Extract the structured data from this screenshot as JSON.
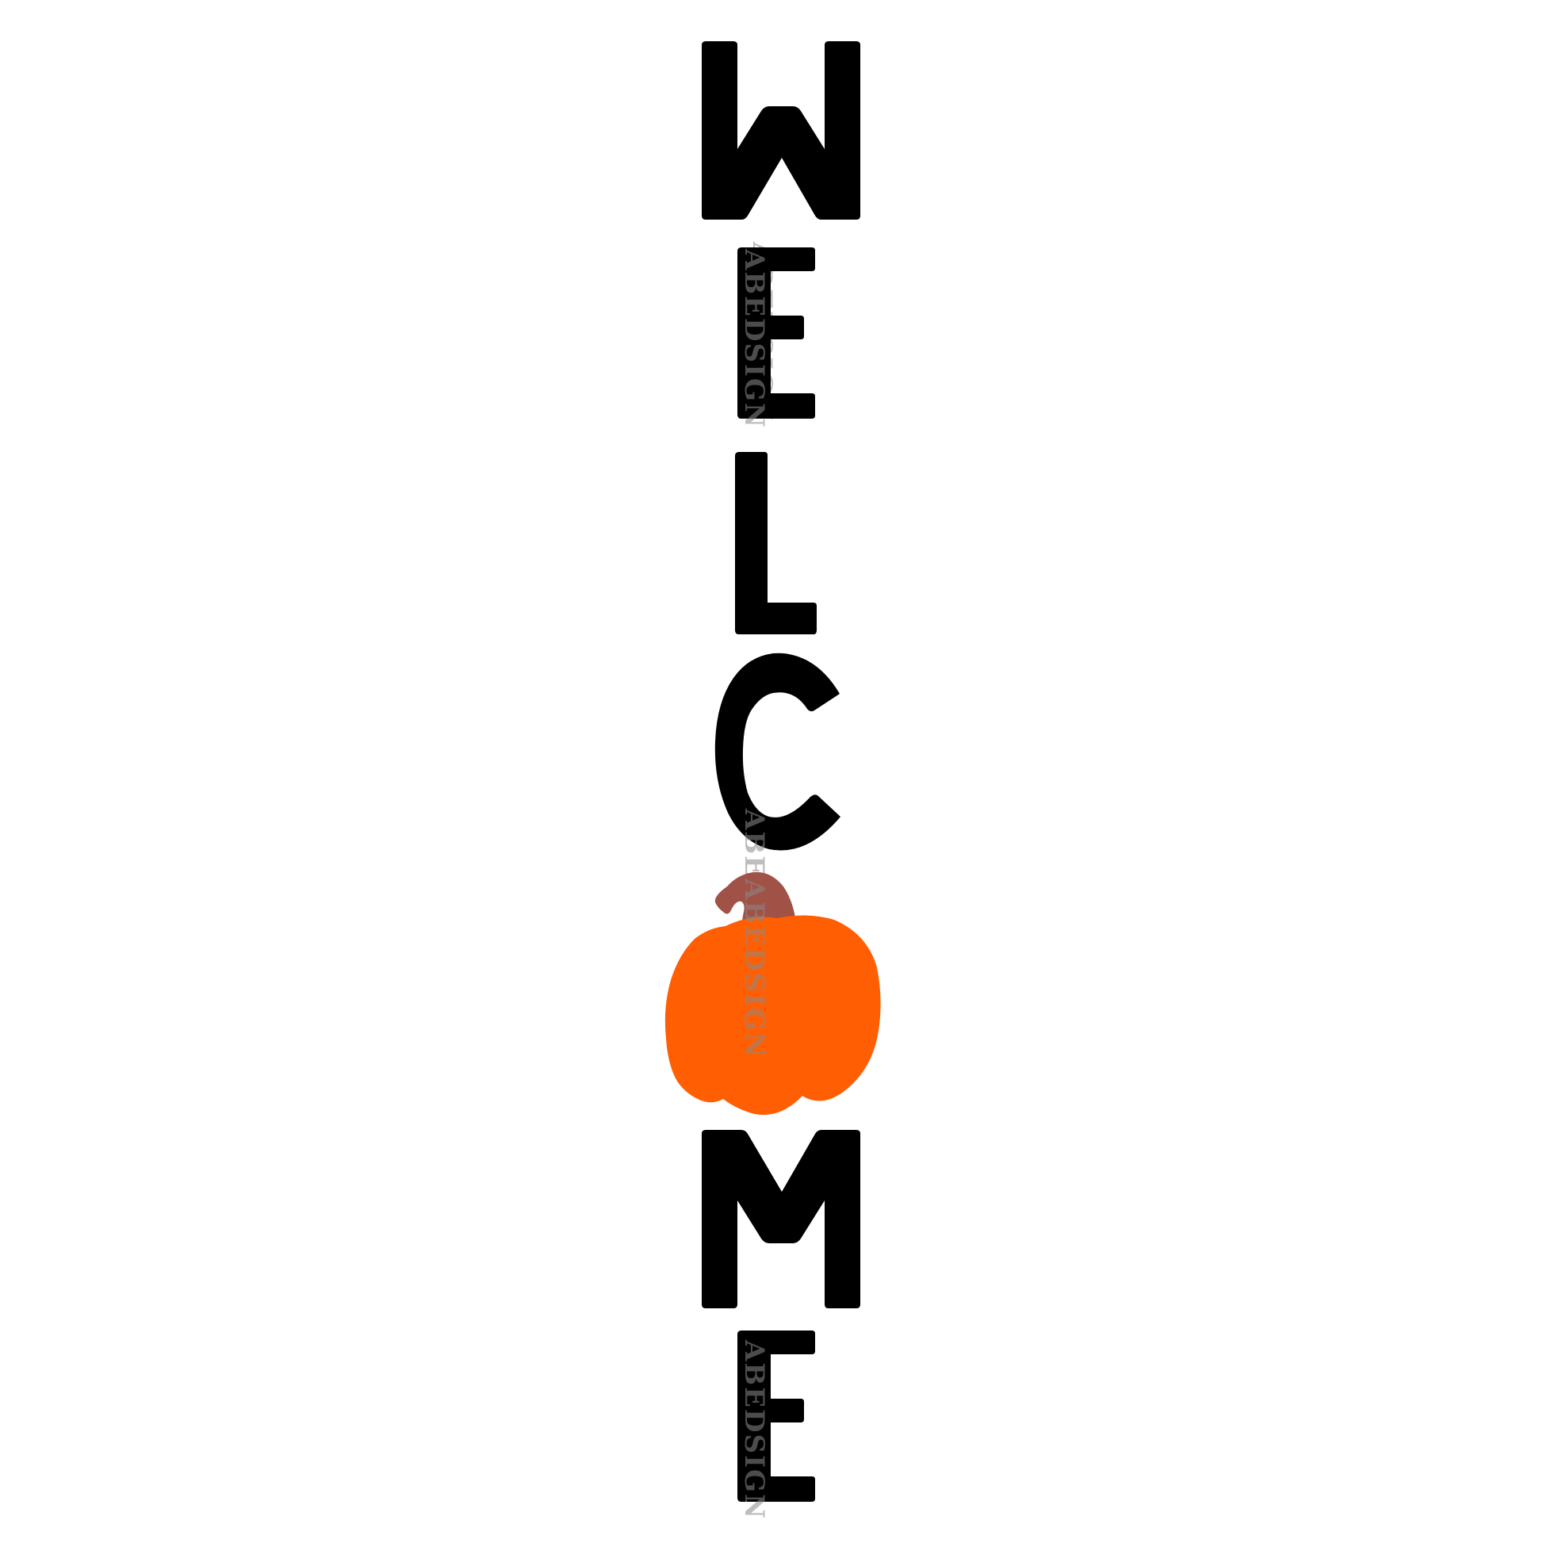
{
  "sign": {
    "letters": [
      "W",
      "E",
      "L",
      "C",
      "O",
      "M",
      "E"
    ],
    "pumpkin_replaces_letter": "O"
  },
  "watermark": {
    "text": "ABEDSIGN",
    "fill": "#8a8a8a"
  },
  "colors": {
    "background": "#ffffff",
    "letters": "#000000",
    "pumpkin_body": "#ff5e03",
    "pumpkin_stem": "#a05246"
  },
  "icons": [
    "pumpkin-icon"
  ]
}
